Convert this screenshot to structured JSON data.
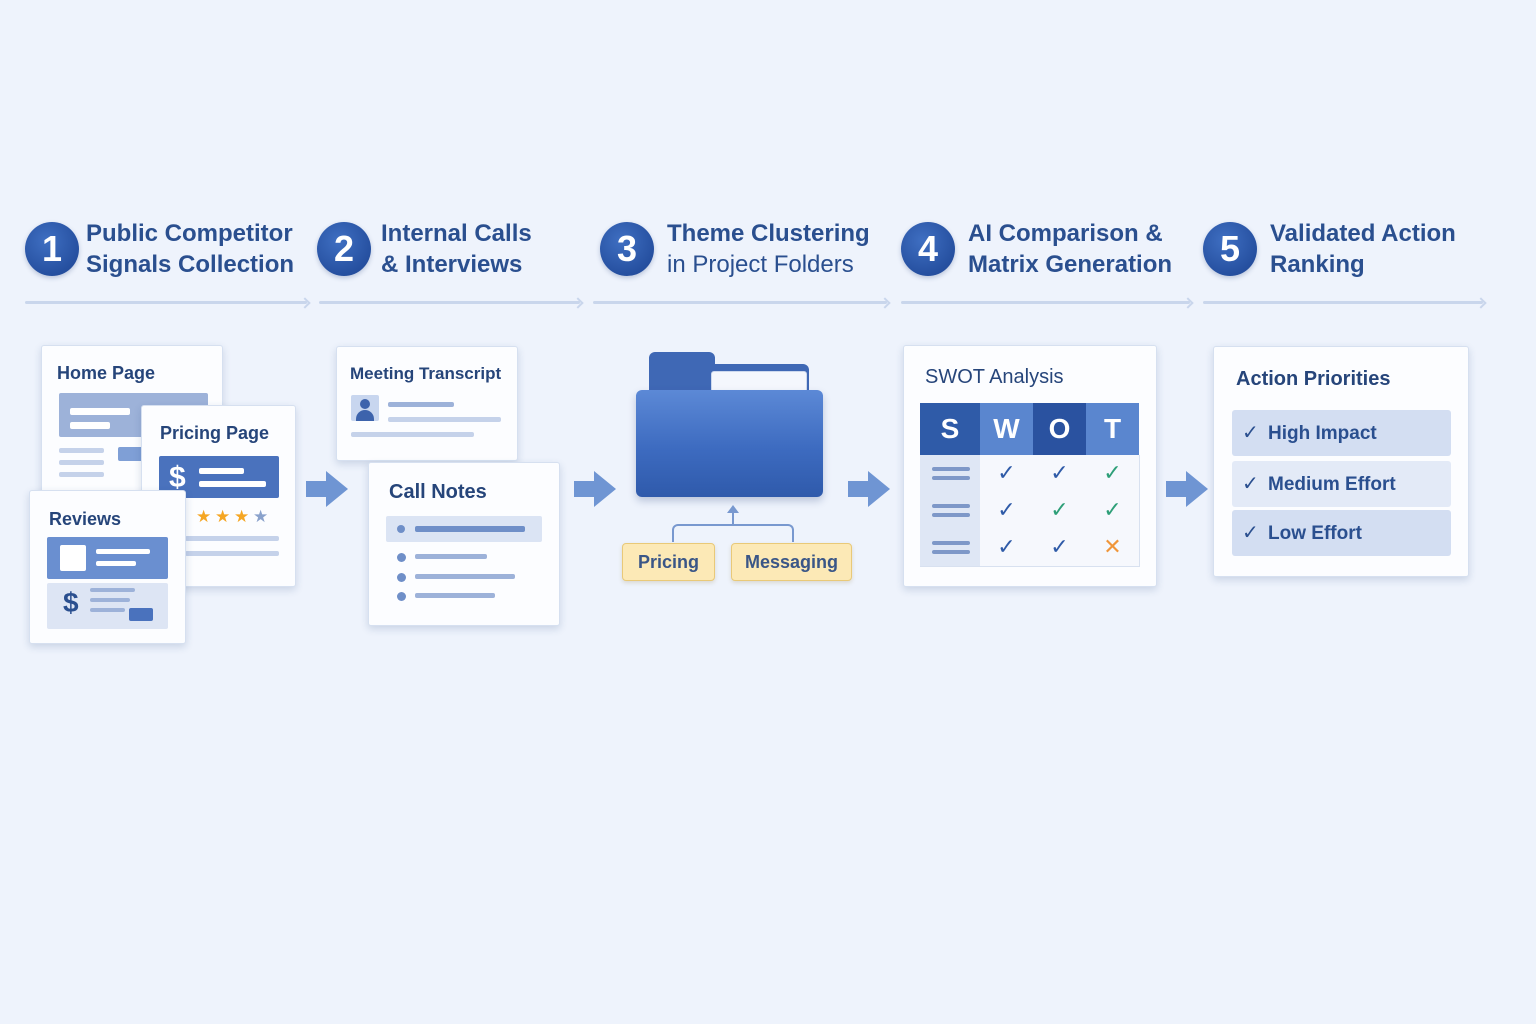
{
  "steps": [
    {
      "number": "1",
      "title_line1": "Public Competitor",
      "title_line2": "Signals Collection"
    },
    {
      "number": "2",
      "title_line1": "Internal Calls",
      "title_line2": "& Interviews"
    },
    {
      "number": "3",
      "title_line1": "Theme Clustering",
      "title_line2": "in Project Folders"
    },
    {
      "number": "4",
      "title_line1": "AI Comparison &",
      "title_line2": "Matrix Generation"
    },
    {
      "number": "5",
      "title_line1": "Validated Action",
      "title_line2": "Ranking"
    }
  ],
  "step1": {
    "home_page": "Home Page",
    "pricing_page": "Pricing Page",
    "reviews": "Reviews",
    "dollar": "$"
  },
  "step2": {
    "meeting_transcript": "Meeting Transcript",
    "call_notes": "Call Notes"
  },
  "step3": {
    "tags": [
      "Pricing",
      "Messaging"
    ]
  },
  "step4": {
    "title": "SWOT Analysis",
    "headers": [
      "S",
      "W",
      "O",
      "T"
    ],
    "header_colors": [
      "#2f5ba8",
      "#5a86cf",
      "#2a52a0",
      "#5a86cf"
    ],
    "rows": [
      [
        "check",
        "check",
        "check-green"
      ],
      [
        "check",
        "check-green",
        "check-green"
      ],
      [
        "check",
        "check",
        "cross"
      ]
    ]
  },
  "step5": {
    "title": "Action Priorities",
    "items": [
      "High Impact",
      "Medium Effort",
      "Low Effort"
    ]
  },
  "colors": {
    "accent": "#2a4f8f",
    "check_blue": "#2f5ba8",
    "check_green": "#2e9f78",
    "cross_orange": "#f0963a",
    "star": "#f5a623"
  }
}
